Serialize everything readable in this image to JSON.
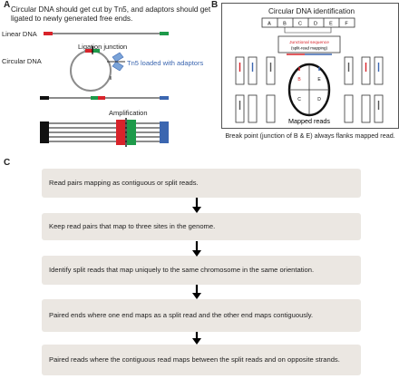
{
  "panelA": {
    "letter": "A",
    "caption": "Circular DNA should get cut by Tn5, and adaptors should get ligated to newly generated free ends.",
    "linear_dna": "Linear DNA",
    "circular_dna": "Circular DNA",
    "ligation_junction": "Ligation junction",
    "tn5_label": "Tn5 loaded with adaptors",
    "amplification": "Amplification"
  },
  "panelB": {
    "letter": "B",
    "title": "Circular DNA identification",
    "top_segments": [
      "A",
      "B",
      "C",
      "D",
      "E",
      "F"
    ],
    "junction_line1": "Junctional sequence",
    "junction_line2": "(split-read mapping)",
    "circle_segments": [
      "B",
      "E",
      "C",
      "D"
    ],
    "mapped_reads": "Mapped reads",
    "caption": "Break point (junction of B & E) always flanks mapped read."
  },
  "panelC": {
    "letter": "C",
    "steps": [
      "Read pairs mapping as contiguous or split reads.",
      "Keep read pairs that map to three sites in the genome.",
      "Identify split reads that map uniquely to the same chromosome in the same orientation.",
      "Paired ends where one end maps as a split read and the other end maps contiguously.",
      "Paired reads where the contiguous read maps between the split reads and on opposite strands."
    ]
  },
  "colors": {
    "red": "#d8232a",
    "green": "#1e9a4a",
    "blue": "#3b66b0",
    "box": "#ebe7e2",
    "gray": "#8c8c8c"
  }
}
